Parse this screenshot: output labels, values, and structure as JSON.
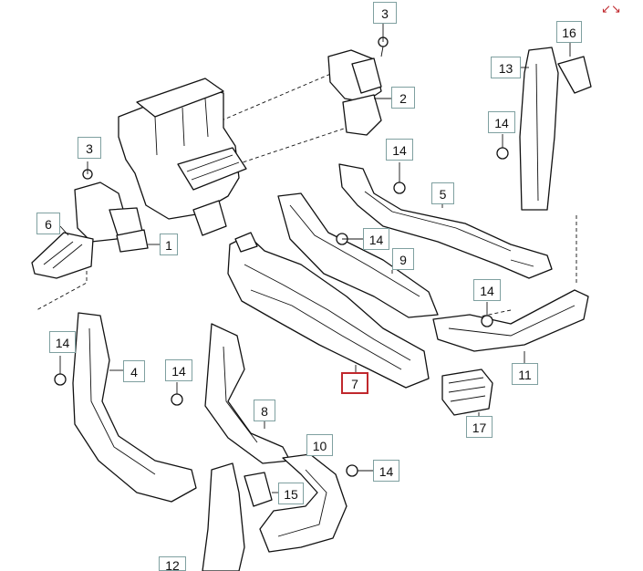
{
  "diagram": {
    "expand_icon": "expand-icon",
    "accent_color": "#c0282d",
    "callout_border_color": "#7fa0a0",
    "callouts": {
      "p1": "1",
      "p2": "2",
      "p3a": "3",
      "p3b": "3",
      "p4": "4",
      "p5": "5",
      "p6": "6",
      "p7": "7",
      "p8": "8",
      "p9": "9",
      "p10": "10",
      "p11": "11",
      "p12": "12",
      "p13": "13",
      "p14a": "14",
      "p14b": "14",
      "p14c": "14",
      "p14d": "14",
      "p14e": "14",
      "p14f": "14",
      "p14g": "14",
      "p15": "15",
      "p16": "16",
      "p17": "17"
    }
  }
}
